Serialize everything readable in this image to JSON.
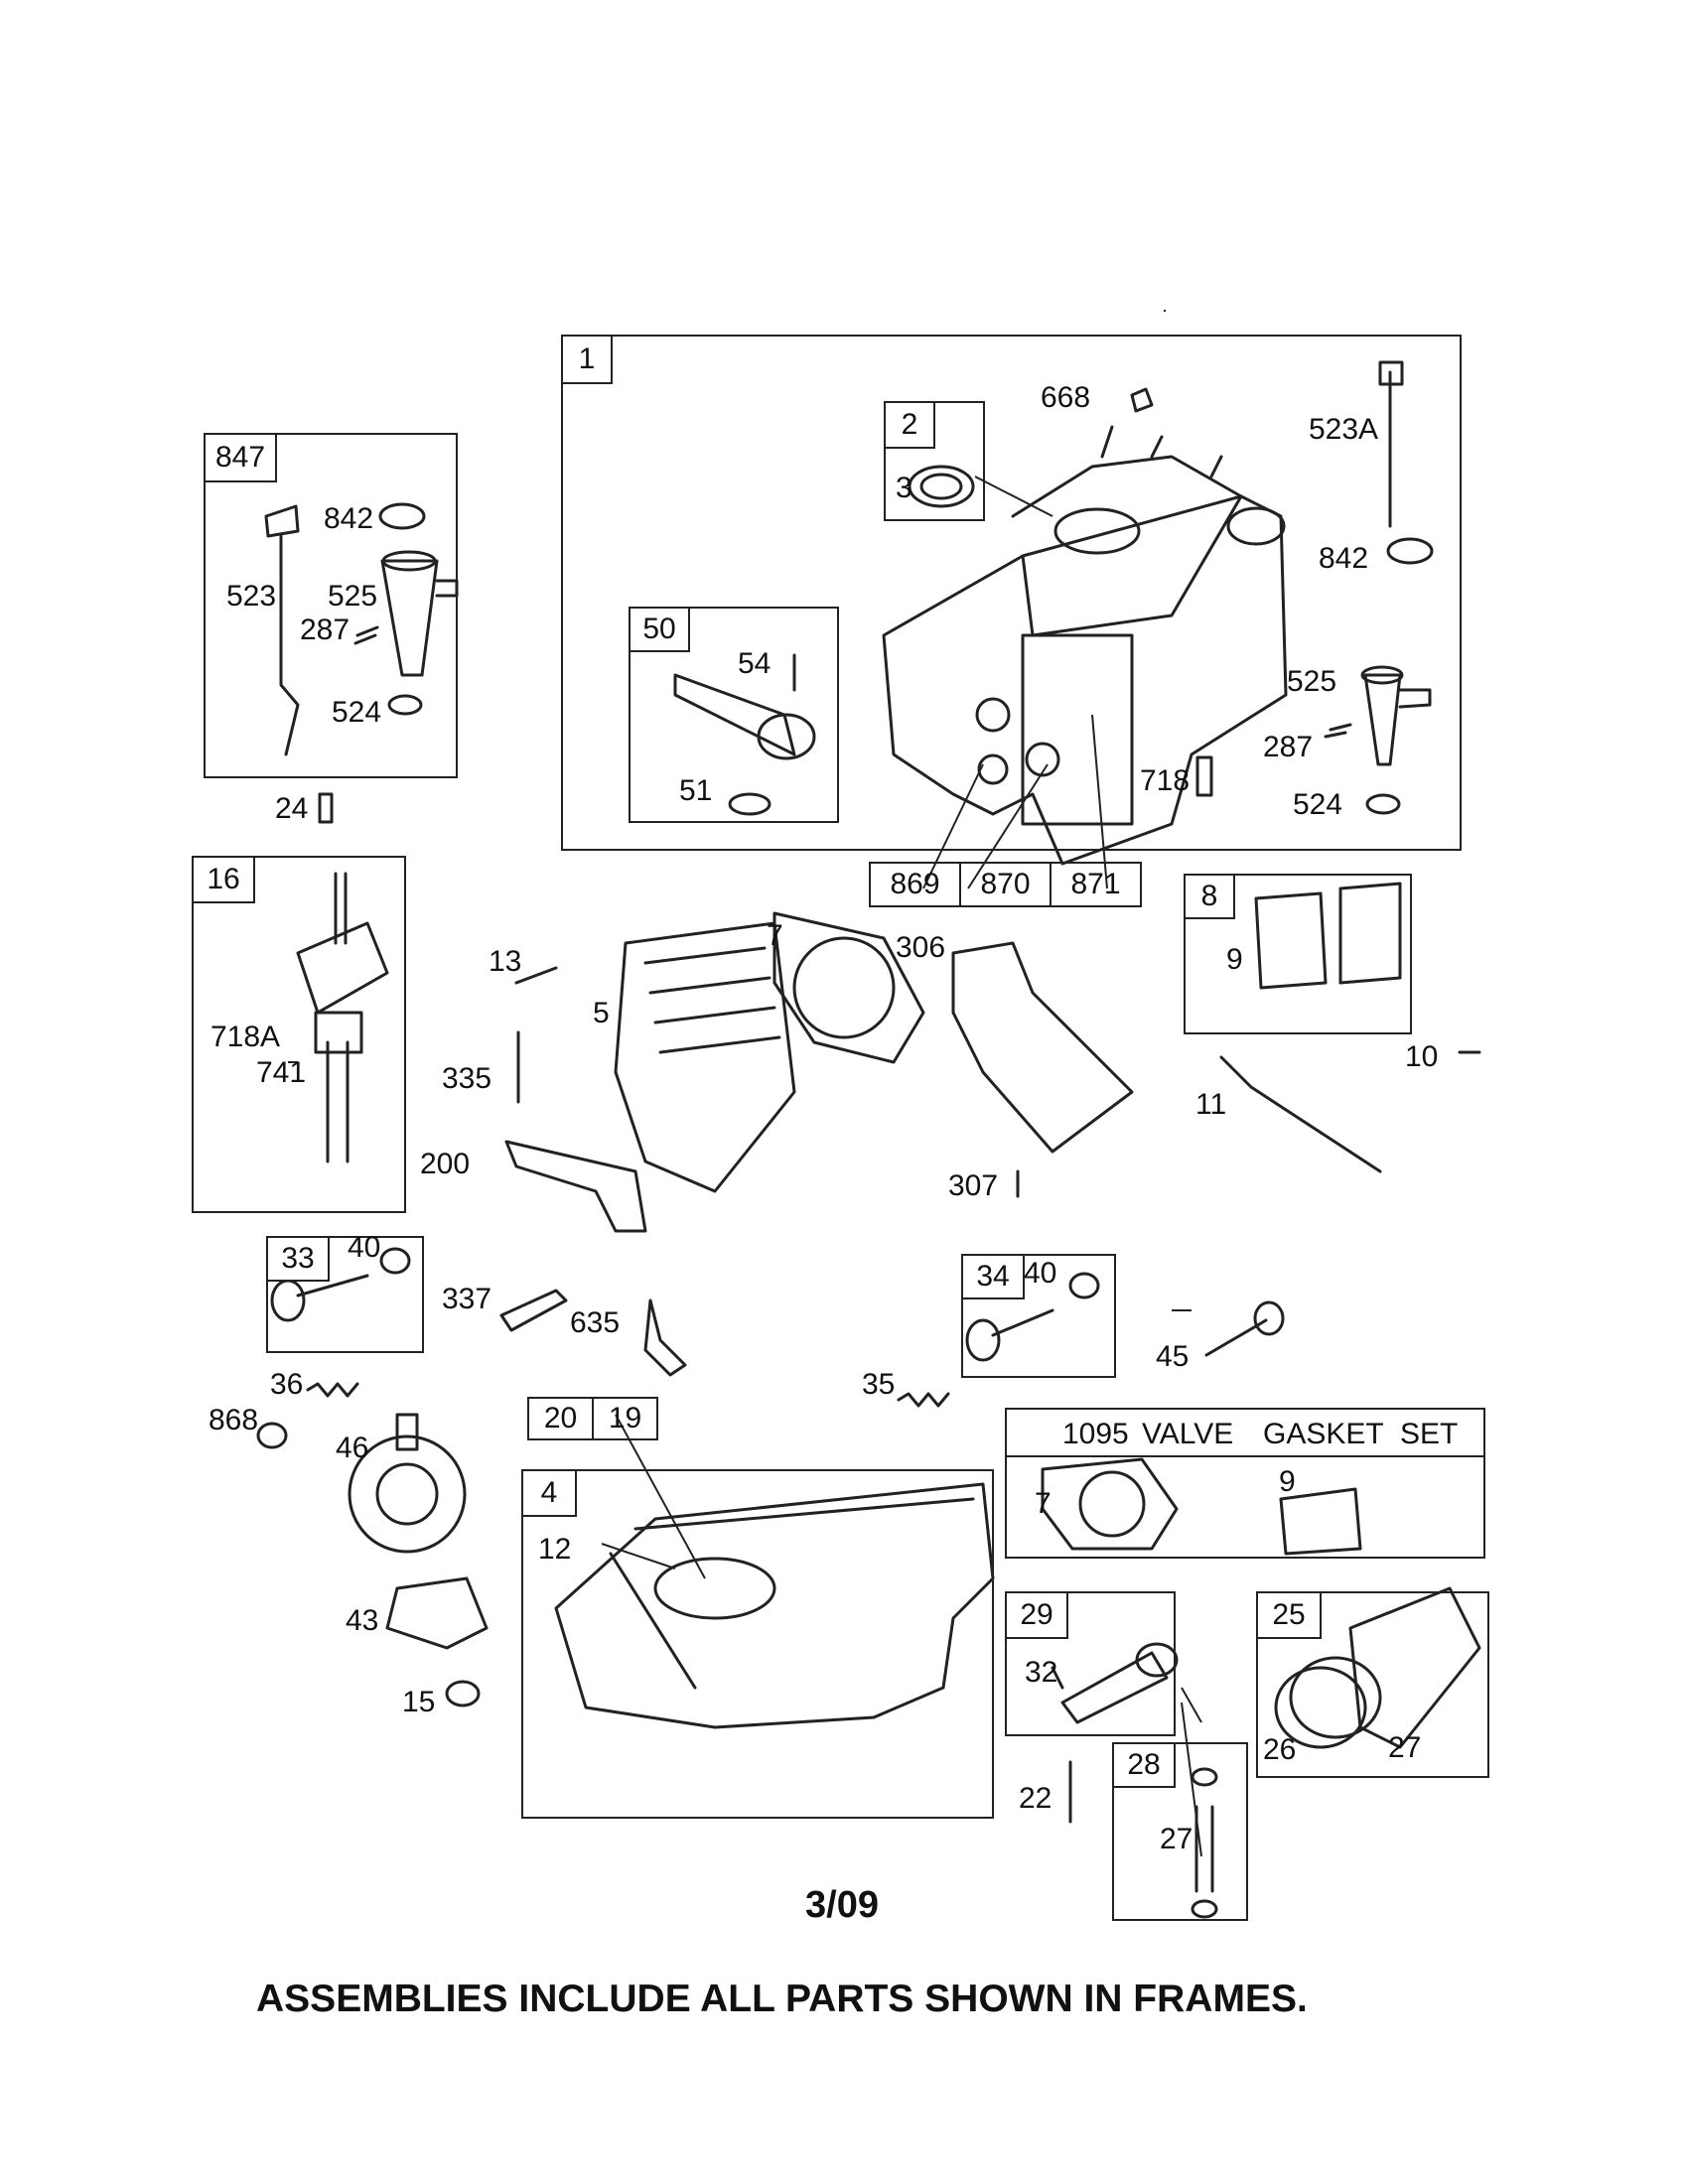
{
  "labels": {
    "l668": "668",
    "l523A": "523A",
    "l842b": "842",
    "l525b": "525",
    "l287b": "287",
    "l524b": "524",
    "l718": "718",
    "l54": "54",
    "l51": "51",
    "l3": "3",
    "l842a": "842",
    "l523": "523",
    "l525a": "525",
    "l287a": "287",
    "l524a": "524",
    "l24": "24",
    "l718A": "718A",
    "l741": "741",
    "l13": "13",
    "l5": "5",
    "l7": "7",
    "l306": "306",
    "l335": "335",
    "l200": "200",
    "l307": "307",
    "l9": "9",
    "l10": "10",
    "l11": "11",
    "l40a": "40",
    "l337": "337",
    "l635": "635",
    "l40b": "40",
    "l45": "45",
    "l36": "36",
    "l868": "868",
    "l46": "46",
    "l35": "35",
    "l12": "12",
    "l43": "43",
    "l15": "15",
    "l7b": "7",
    "l9b": "9",
    "l32": "32",
    "l26": "26",
    "l27a": "27",
    "l22": "22",
    "l27b": "27"
  },
  "frames": {
    "f1": "1",
    "f2": "2",
    "f50": "50",
    "f847": "847",
    "f16": "16",
    "f8": "8",
    "f33": "33",
    "f34": "34",
    "f4": "4",
    "f29": "29",
    "f25": "25",
    "f28": "28"
  },
  "ref_row": [
    "869",
    "870",
    "871"
  ],
  "kit_row": [
    "20",
    "19"
  ],
  "valve_set": {
    "num": "1095",
    "w1": "VALVE",
    "w2": "GASKET",
    "w3": "SET"
  },
  "footer": {
    "date": "3/09",
    "note": "ASSEMBLIES INCLUDE ALL PARTS SHOWN IN FRAMES."
  }
}
